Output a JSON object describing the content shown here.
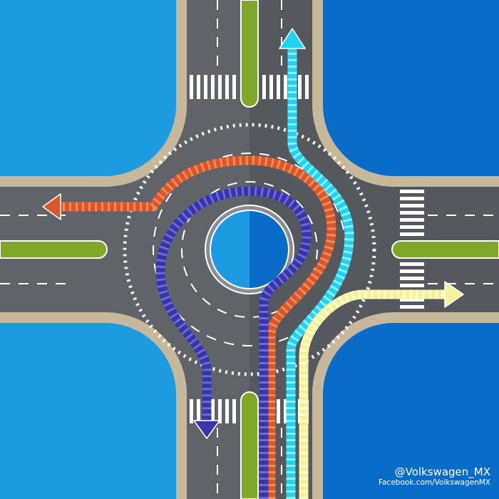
{
  "credits": {
    "handle": "@Volkswagen_MX",
    "facebook": "Facebook.com/VolkswagenMX"
  },
  "colors": {
    "background_left": "#1c9be0",
    "background_right": "#0a6cc9",
    "asphalt": "#5e6166",
    "sidewalk": "#c7b89c",
    "median": "#7fa72a",
    "route_left_turn": "#d9572a",
    "route_straight": "#22d3f0",
    "route_right_turn": "#f4f29a",
    "route_u_turn": "#3836a8"
  },
  "routes": [
    {
      "name": "left-turn",
      "from": "south",
      "to": "west"
    },
    {
      "name": "straight",
      "from": "south",
      "to": "north"
    },
    {
      "name": "right-turn",
      "from": "south",
      "to": "east"
    },
    {
      "name": "u-turn",
      "from": "south",
      "to": "south"
    }
  ]
}
